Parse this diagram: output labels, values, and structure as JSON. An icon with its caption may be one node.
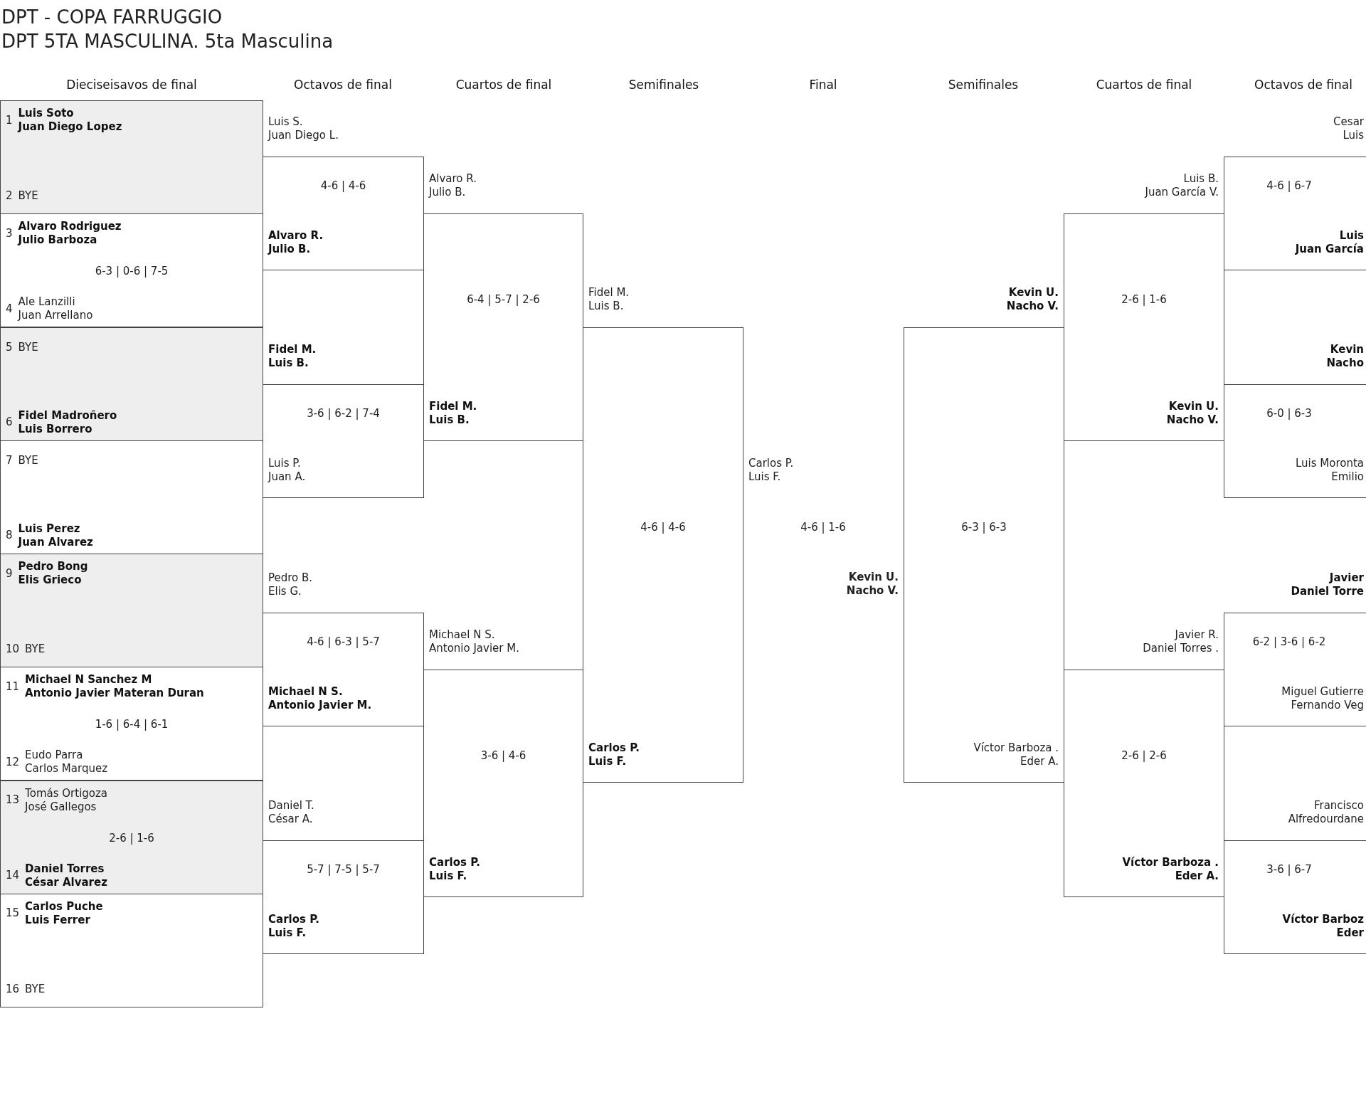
{
  "diagram": {
    "title": "DPT - COPA FARRUGGIO",
    "nodes": [
      {
        "text": [
          "1",
          "Luis Soto",
          "Juan Diego Lopez",
          "2",
          "BYE"
        ]
      },
      {
        "text": [
          "3",
          "Alvaro Rodriguez",
          "Julio Barboza",
          "6-3 | 0-6 | 7-5",
          "4",
          "Ale Lanzilli",
          "Juan Arrellano"
        ]
      },
      {
        "text": [
          "5",
          "BYE",
          "6",
          "Fidel Madroñero",
          "Luis Borrero"
        ]
      },
      {
        "text": [
          "7",
          "BYE",
          "8",
          "Luis Perez",
          "Juan Alvarez"
        ]
      },
      {
        "text": [
          "9",
          "Pedro Bong",
          "Elis Grieco",
          "10",
          "BYE"
        ]
      },
      {
        "text": [
          "11",
          "Michael N Sanchez M",
          "Antonio Javier Materan Duran",
          "1-6 | 6-4 | 6-1",
          "12",
          "Eudo Parra",
          "Carlos Marquez"
        ]
      },
      {
        "text": [
          "13",
          "Tomás Ortigoza",
          "José Gallegos",
          "2-6 | 1-6",
          "14",
          "Daniel Torres",
          "César Alvarez"
        ]
      },
      {
        "text": [
          "15",
          "Carlos Puche",
          "Luis Ferrer",
          "16",
          "BYE"
        ]
      },
      {
        "text": [
          "Luis S.",
          "Juan Diego L.",
          "4-6 | 4-6",
          "Alvaro R.",
          "Julio B."
        ]
      },
      {
        "text": [
          "Fidel M.",
          "Luis B.",
          "3-6 | 6-2 | 7-4",
          "Luis P.",
          "Juan A."
        ]
      },
      {
        "text": [
          "Pedro B.",
          "Elis G.",
          "4-6 | 6-3 | 5-7",
          "Michael N S.",
          "Antonio Javier M."
        ]
      },
      {
        "text": [
          "Daniel T.",
          "César A.",
          "5-7 | 7-5 | 5-7",
          "Carlos P.",
          "Luis F."
        ]
      },
      {
        "text": [
          "Alvaro R.",
          "Julio B.",
          "6-4 | 5-7 | 2-6",
          "Fidel M.",
          "Luis B."
        ]
      },
      {
        "text": [
          "Michael N S.",
          "Antonio Javier M.",
          "3-6 | 4-6",
          "Carlos P.",
          "Luis F."
        ]
      },
      {
        "text": [
          "Fidel M.",
          "Luis B.",
          "4-6 | 4-6",
          "Carlos P.",
          "Luis F."
        ]
      },
      {
        "text": [
          "Kevin U.",
          "Nacho V.",
          "6-3 | 6-3",
          "Víctor Barboza .",
          "Eder A."
        ]
      },
      {
        "text": [
          "Luis B.",
          "Juan García V.",
          "2-6 | 1-6",
          "Kevin U.",
          "Nacho V."
        ]
      },
      {
        "text": [
          "Javier R.",
          "Daniel Torres .",
          "2-6 | 2-6",
          "Víctor Barboza .",
          "Eder A."
        ]
      },
      {
        "text": [
          "Cesar",
          "Luis",
          "4-6 | 6-7",
          "Luis",
          "Juan García"
        ]
      },
      {
        "text": [
          "Kevin",
          "Nacho",
          "6-0 | 6-3",
          "Luis Moronta",
          "Emilio"
        ]
      },
      {
        "text": [
          "Javier",
          "Daniel Torre",
          "6-2 | 3-6 | 6-2",
          "Miguel Gutierre",
          "Fernando Veg"
        ]
      },
      {
        "text": [
          "Francisco",
          "Alfredourdane",
          "3-6 | 6-7",
          "Víctor Barboz",
          "Eder"
        ]
      }
    ],
    "labels": [
      "DPT 5TA MASCULINA. 5ta Masculina",
      "Dieciseisavos de final",
      "Octavos de final",
      "Cuartos de final",
      "Semifinales",
      "Final",
      "Semifinales",
      "Cuartos de final",
      "Octavos de final",
      "Carlos P.",
      "Luis F.",
      "4-6 | 1-6",
      "Kevin U.",
      "Nacho V."
    ]
  }
}
